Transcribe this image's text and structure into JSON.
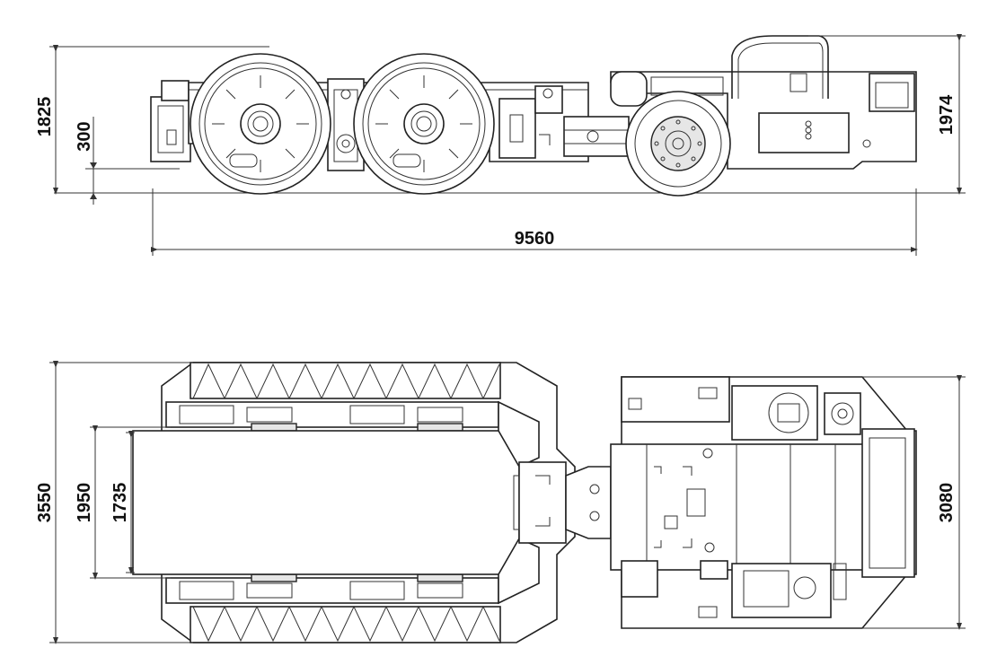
{
  "side_view": {
    "dim_overall_length": "9560",
    "dim_height_front": "1825",
    "dim_ground_clearance": "300",
    "dim_height_rear": "1974"
  },
  "top_view": {
    "dim_overall_width": "3550",
    "dim_outer_frame": "1950",
    "dim_inner_frame": "1735",
    "dim_rear_width": "3080"
  }
}
